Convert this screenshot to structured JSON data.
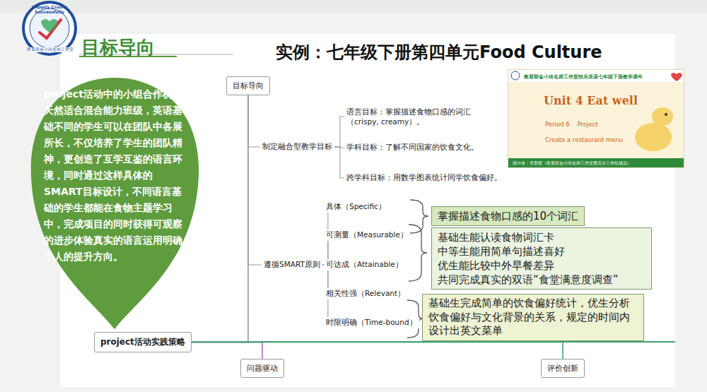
{
  "diagram": {
    "title": "实例：七年级下册第四单元Food Culture",
    "nodes": [
      {
        "text": [
          "project活动中的小组合作机制天然适合混合能力班级，英语基础不同的学生可以在团队中各展所长，不仅培养了学生的团队精神，更创造了互学互鉴的语言环境，同时通过这样具体的SMART目标设计，不同语言基础的学生都能在食物主题学习中，完成项目的同时获得可观察的进步体验真实的语言运用明确个人的提升方向。"
        ]
      },
      {
        "text": [
          "目标导向"
        ]
      },
      {
        "text": [
          "制定融合型教学目标"
        ]
      },
      {
        "text": [
          "语言目标：掌握描述食物口感的词汇（crispy, creamy）。"
        ]
      },
      {
        "text": [
          "学科目标：了解不同国家的饮食文化。"
        ]
      },
      {
        "text": [
          "跨学科目标：用数学图表统计同学饮食偏好。"
        ]
      },
      {
        "text": [
          "遵循SMART原则"
        ]
      },
      {
        "text": [
          "具体（Specific）"
        ]
      },
      {
        "text": [
          "可测量（Measurable）"
        ]
      },
      {
        "text": [
          "可达成（Attainable）"
        ]
      },
      {
        "text": [
          "相关性强（Relevant）"
        ]
      },
      {
        "text": [
          "时限明确（Time-bound）"
        ]
      },
      {
        "text": [
          "掌握描述食物口感的10个词汇"
        ]
      },
      {
        "text": [
          "基础生能认读食物词汇卡 中等生能用简单句描述喜好 优生能比较中外早餐差异 共同完成真实的双语“食堂满意度调查”"
        ]
      },
      {
        "text": [
          "基础生完成简单的饮食偏好统计，优生分析饮食偏好与文化背景的关系，规定的时间内设计出英文菜单"
        ]
      },
      {
        "text": [
          "project活动实践策略"
        ]
      },
      {
        "text": [
          "问题驱动"
        ]
      },
      {
        "text": [
          "评价创新"
        ]
      },
      {
        "text": [
          "教育部金小玲名师工作室快乐英语七年级下册教学课件",
          "Unit 4 Eat well",
          "Period 6    Project",
          "Create a restaurant menu",
          "设计者：李爱妍（教育部金小玲名师工作室重庆市工作站成员）"
        ]
      }
    ],
    "edges": [
      {
        "from": 15,
        "to": 1,
        "arrow": "none"
      },
      {
        "from": 15,
        "to": 16,
        "arrow": "none"
      },
      {
        "from": 15,
        "to": 17,
        "arrow": "none"
      },
      {
        "from": 1,
        "to": 2,
        "arrow": "none"
      },
      {
        "from": 1,
        "to": 6,
        "arrow": "none"
      },
      {
        "from": 2,
        "to": 3,
        "arrow": "none"
      },
      {
        "from": 2,
        "to": 4,
        "arrow": "none"
      },
      {
        "from": 2,
        "to": 5,
        "arrow": "none"
      },
      {
        "from": 6,
        "to": 7,
        "arrow": "none"
      },
      {
        "from": 6,
        "to": 8,
        "arrow": "none"
      },
      {
        "from": 6,
        "to": 9,
        "arrow": "none"
      },
      {
        "from": 6,
        "to": 10,
        "arrow": "none"
      },
      {
        "from": 6,
        "to": 11,
        "arrow": "none"
      }
    ],
    "labels": [
      "Happily Crazily Successfully",
      "教育部金小玲名师工作室",
      "目标导向"
    ]
  }
}
